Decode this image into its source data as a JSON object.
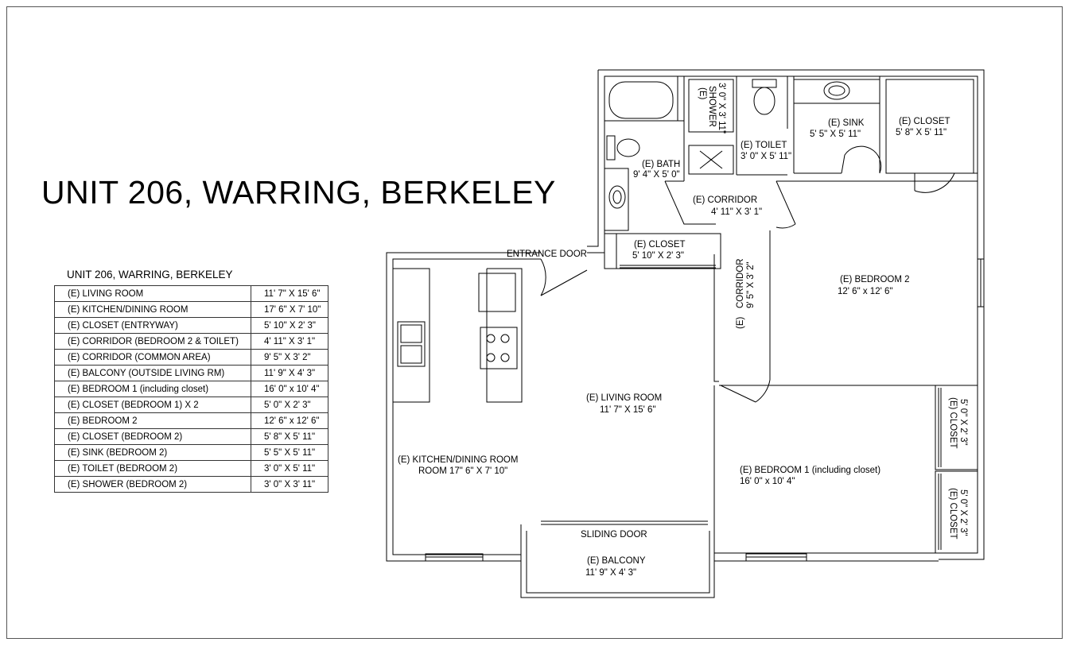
{
  "title": "UNIT 206, WARRING, BERKELEY",
  "table": {
    "title": "UNIT 206, WARRING, BERKELEY",
    "rows": [
      {
        "room": "(E) LIVING ROOM",
        "size": "11' 7\" X 15' 6\""
      },
      {
        "room": "(E) KITCHEN/DINING ROOM",
        "size": "17' 6\" X 7' 10\""
      },
      {
        "room": "(E) CLOSET (ENTRYWAY)",
        "size": "5' 10\" X 2' 3\""
      },
      {
        "room": "(E) CORRIDOR (BEDROOM 2 & TOILET)",
        "size": "4' 11\" X 3' 1\""
      },
      {
        "room": "(E) CORRIDOR (COMMON AREA)",
        "size": "9' 5\" X 3' 2\""
      },
      {
        "room": "(E) BALCONY (OUTSIDE LIVING RM)",
        "size": "11' 9\" X 4' 3\""
      },
      {
        "room": "(E) BEDROOM 1 (including closet)",
        "size": "16' 0\" x 10' 4\""
      },
      {
        "room": "(E) CLOSET (BEDROOM 1) X 2",
        "size": "5' 0\" X 2' 3\""
      },
      {
        "room": "(E) BEDROOM 2",
        "size": "12' 6\" x 12' 6\""
      },
      {
        "room": "(E) CLOSET (BEDROOM 2)",
        "size": "5' 8\" X 5' 11\""
      },
      {
        "room": "(E) SINK (BEDROOM 2)",
        "size": "5' 5\" X 5' 11\""
      },
      {
        "room": "(E) TOILET (BEDROOM 2)",
        "size": "3' 0\" X 5' 11\""
      },
      {
        "room": "(E) SHOWER (BEDROOM 2)",
        "size": "3' 0\" X 3' 11\""
      }
    ]
  },
  "plan": {
    "entrance_door": "ENTRANCE DOOR",
    "sliding_door": "SLIDING DOOR",
    "bath": {
      "name": "(E) BATH",
      "size": "9' 4\" X 5' 0\""
    },
    "shower": {
      "name": "(E)",
      "name2": "SHOWER",
      "size": "3' 0\" X 3' 11\""
    },
    "toilet": {
      "name": "(E)  TOILET",
      "size": "3' 0\" X 5' 11\""
    },
    "sink": {
      "name": "(E) SINK",
      "size": "5' 5\" X 5' 11\""
    },
    "closet_b2": {
      "name": "(E) CLOSET",
      "size": "5' 8\" X 5' 11\""
    },
    "corridor_top": {
      "name": "(E)    CORRIDOR",
      "size": "4' 11\" X 3' 1\""
    },
    "closet_entry": {
      "name": "(E) CLOSET",
      "size": "5' 10\" X 2' 3\""
    },
    "corridor_v": {
      "name": "CORRIDOR",
      "size": "9' 5\" X 3' 2\"",
      "prefix": "(E)"
    },
    "bedroom2": {
      "name": "(E) BEDROOM 2",
      "size": "12' 6\" x 12' 6\""
    },
    "living": {
      "name": "(E) LIVING ROOM",
      "size": "11' 7\" X 15' 6\""
    },
    "kitchen": {
      "name": "(E)   KITCHEN/DINING ROOM",
      "size": "ROOM 17\" 6\" X 7' 10\""
    },
    "bedroom1": {
      "name": "(E) BEDROOM 1 (including closet)",
      "size": "16' 0\" x 10' 4\""
    },
    "closet_b1a": {
      "name": "(E) CLOSET",
      "size": "5' 0\" X 2' 3\""
    },
    "closet_b1b": {
      "name": "(E) CLOSET",
      "size": "5' 0\" X 2' 3\""
    },
    "balcony": {
      "name": "(E) BALCONY",
      "size": "11' 9\" X 4' 3\""
    }
  }
}
